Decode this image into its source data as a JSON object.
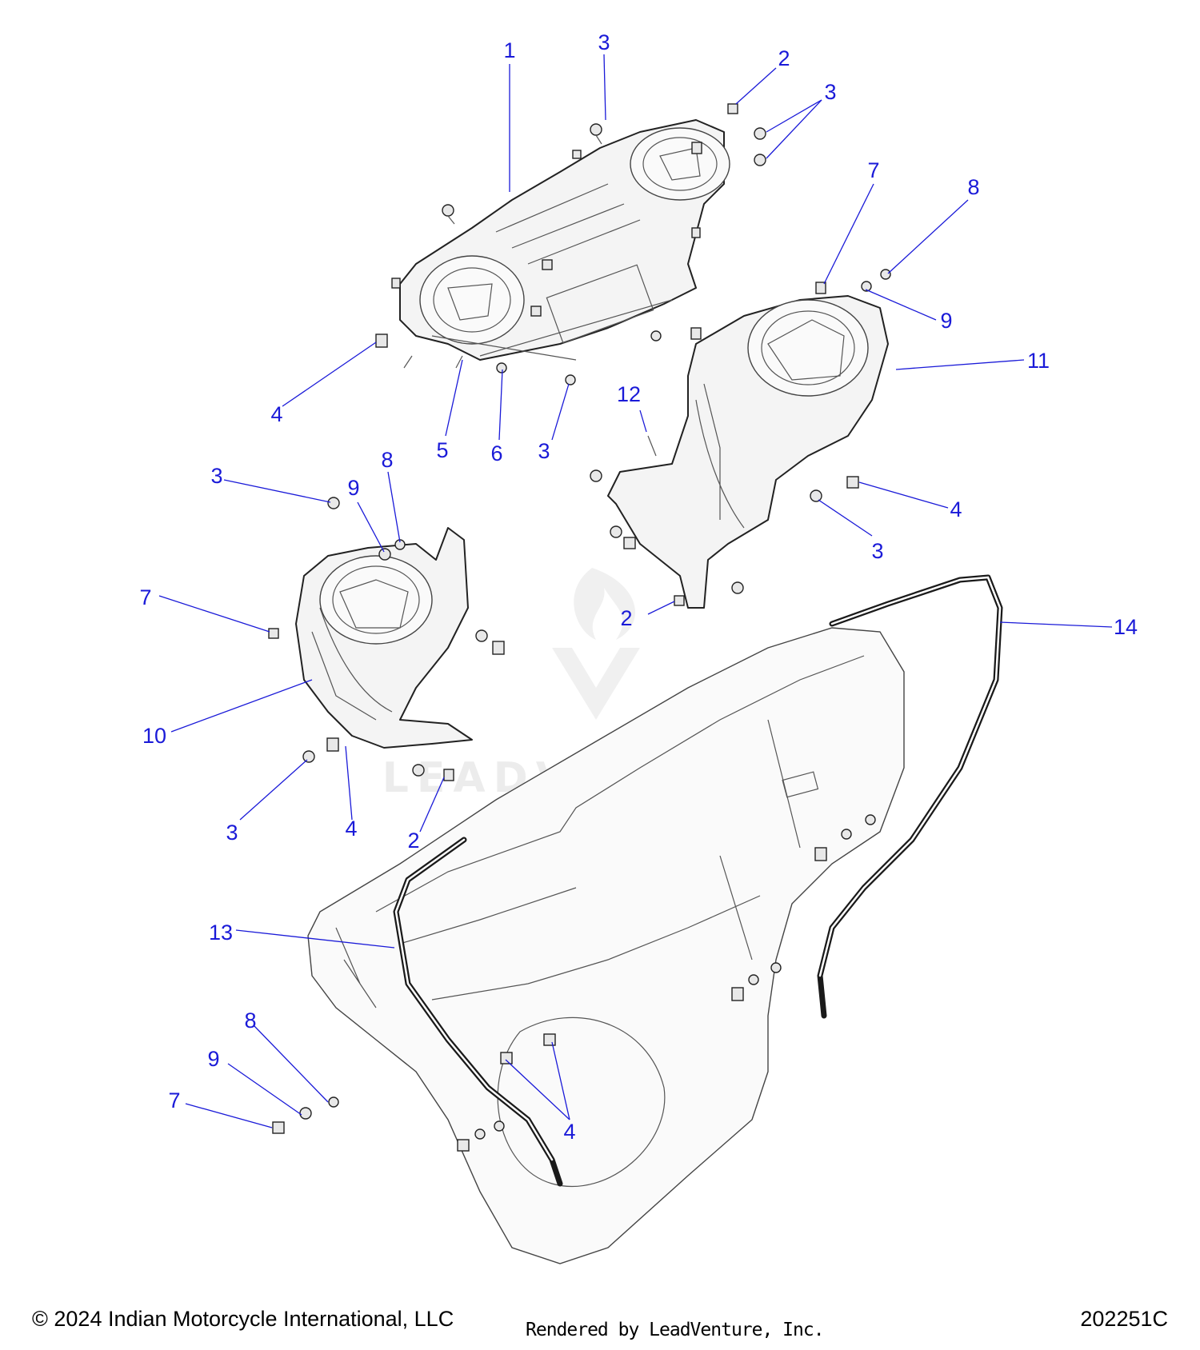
{
  "callouts": [
    {
      "id": "c1",
      "text": "1"
    },
    {
      "id": "c2",
      "text": "3"
    },
    {
      "id": "c3",
      "text": "2"
    },
    {
      "id": "c4",
      "text": "3"
    },
    {
      "id": "c5",
      "text": "7"
    },
    {
      "id": "c6",
      "text": "8"
    },
    {
      "id": "c7",
      "text": "9"
    },
    {
      "id": "c8",
      "text": "11"
    },
    {
      "id": "c9",
      "text": "4"
    },
    {
      "id": "c10",
      "text": "5"
    },
    {
      "id": "c11",
      "text": "6"
    },
    {
      "id": "c12",
      "text": "3"
    },
    {
      "id": "c13",
      "text": "12"
    },
    {
      "id": "c14",
      "text": "4"
    },
    {
      "id": "c15",
      "text": "3"
    },
    {
      "id": "c16",
      "text": "3"
    },
    {
      "id": "c17",
      "text": "9"
    },
    {
      "id": "c18",
      "text": "8"
    },
    {
      "id": "c19",
      "text": "7"
    },
    {
      "id": "c20",
      "text": "2"
    },
    {
      "id": "c21",
      "text": "14"
    },
    {
      "id": "c22",
      "text": "10"
    },
    {
      "id": "c23",
      "text": "3"
    },
    {
      "id": "c24",
      "text": "4"
    },
    {
      "id": "c25",
      "text": "2"
    },
    {
      "id": "c26",
      "text": "13"
    },
    {
      "id": "c27",
      "text": "8"
    },
    {
      "id": "c28",
      "text": "9"
    },
    {
      "id": "c29",
      "text": "7"
    },
    {
      "id": "c30",
      "text": "4"
    }
  ],
  "watermark": {
    "text": "LEADVENTURE"
  },
  "footer": {
    "copyright": "© 2024 Indian Motorcycle International, LLC",
    "rendered_by": "Rendered by LeadVenture, Inc.",
    "diagram_id": "202251C"
  }
}
